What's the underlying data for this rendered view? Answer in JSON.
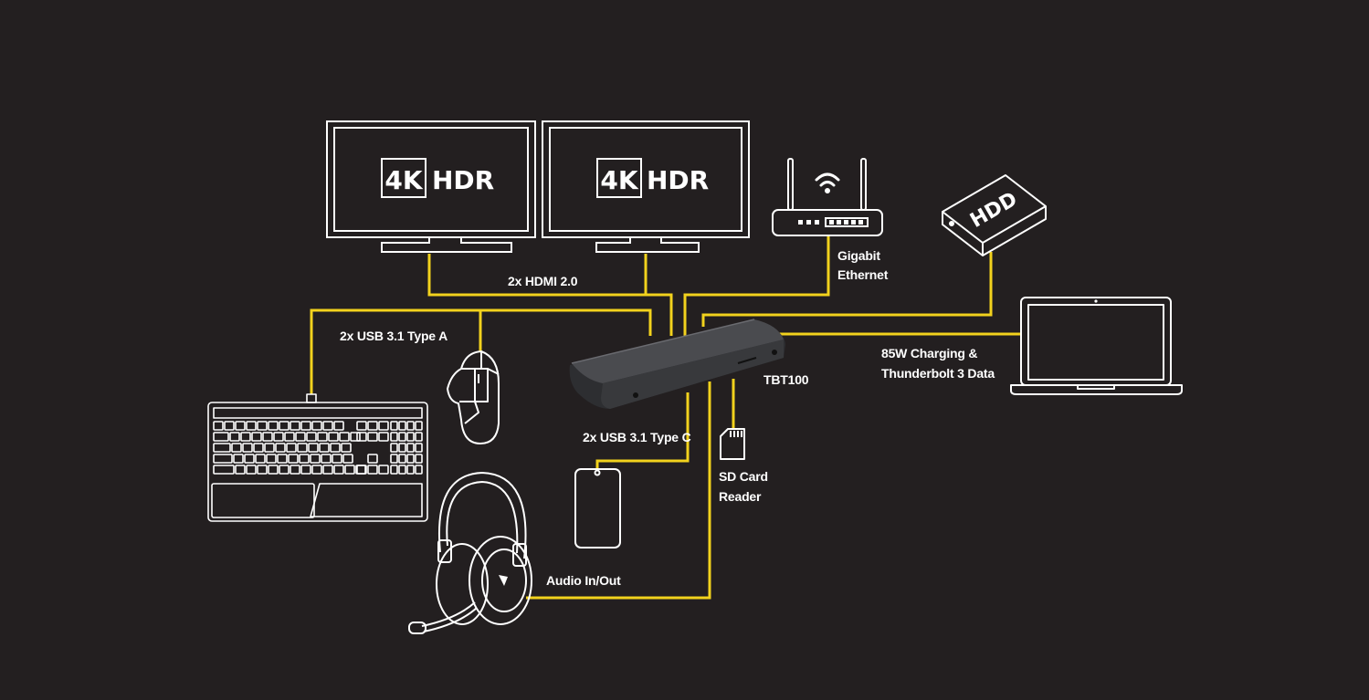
{
  "colors": {
    "background": "#231f20",
    "cable": "#f2d21d",
    "outline": "#ffffff",
    "dock_body": "#3c3d40"
  },
  "monitors": [
    {
      "badge_left": "4K",
      "badge_right": "HDR"
    },
    {
      "badge_left": "4K",
      "badge_right": "HDR"
    }
  ],
  "hdd": {
    "text": "HDD"
  },
  "labels": {
    "hdmi": "2x HDMI 2.0",
    "ethernet_line1": "Gigabit",
    "ethernet_line2": "Ethernet",
    "usb_a": "2x USB 3.1 Type A",
    "charging_line1": "85W Charging &",
    "charging_line2": "Thunderbolt 3 Data",
    "dock_model": "TBT100",
    "usb_c": "2x USB 3.1 Type C",
    "sd_line1": "SD Card",
    "sd_line2": "Reader",
    "audio": "Audio In/Out"
  },
  "icons": [
    "monitor-icon",
    "router-icon",
    "wifi-icon",
    "hdd-icon",
    "laptop-icon",
    "keyboard-icon",
    "mouse-icon",
    "phone-icon",
    "sd-card-icon",
    "headset-icon",
    "dock-icon"
  ]
}
